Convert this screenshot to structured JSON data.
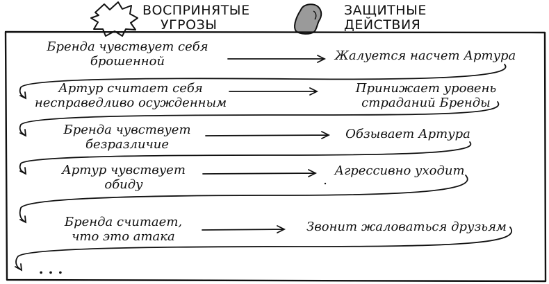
{
  "header": {
    "threats_title": [
      "ВОСПРИНЯТЫЕ",
      "УГРОЗЫ"
    ],
    "threats_icon": "burst-icon",
    "defense_title": [
      "ЗАЩИТНЫЕ",
      "ДЕЙСТВИЯ"
    ],
    "defense_icon": "shield-icon"
  },
  "rows": [
    {
      "threat": [
        "Бренда чувствует себя",
        "брошенной"
      ],
      "action": [
        "Жалуется насчет Артура"
      ]
    },
    {
      "threat": [
        "Артур считает себя",
        "несправедливо осужденным"
      ],
      "action": [
        "Принижает уровень",
        "страданий Бренды"
      ]
    },
    {
      "threat": [
        "Бренда чувствует",
        "безразличие"
      ],
      "action": [
        "Обзывает Артура"
      ]
    },
    {
      "threat": [
        "Артур чувствует",
        "обиду"
      ],
      "action": [
        "Агрессивно уходит"
      ]
    },
    {
      "threat": [
        "Бренда считает,",
        "что это атака"
      ],
      "action": [
        "Звонит жаловаться друзьям"
      ]
    }
  ],
  "ellipsis": ". . ."
}
